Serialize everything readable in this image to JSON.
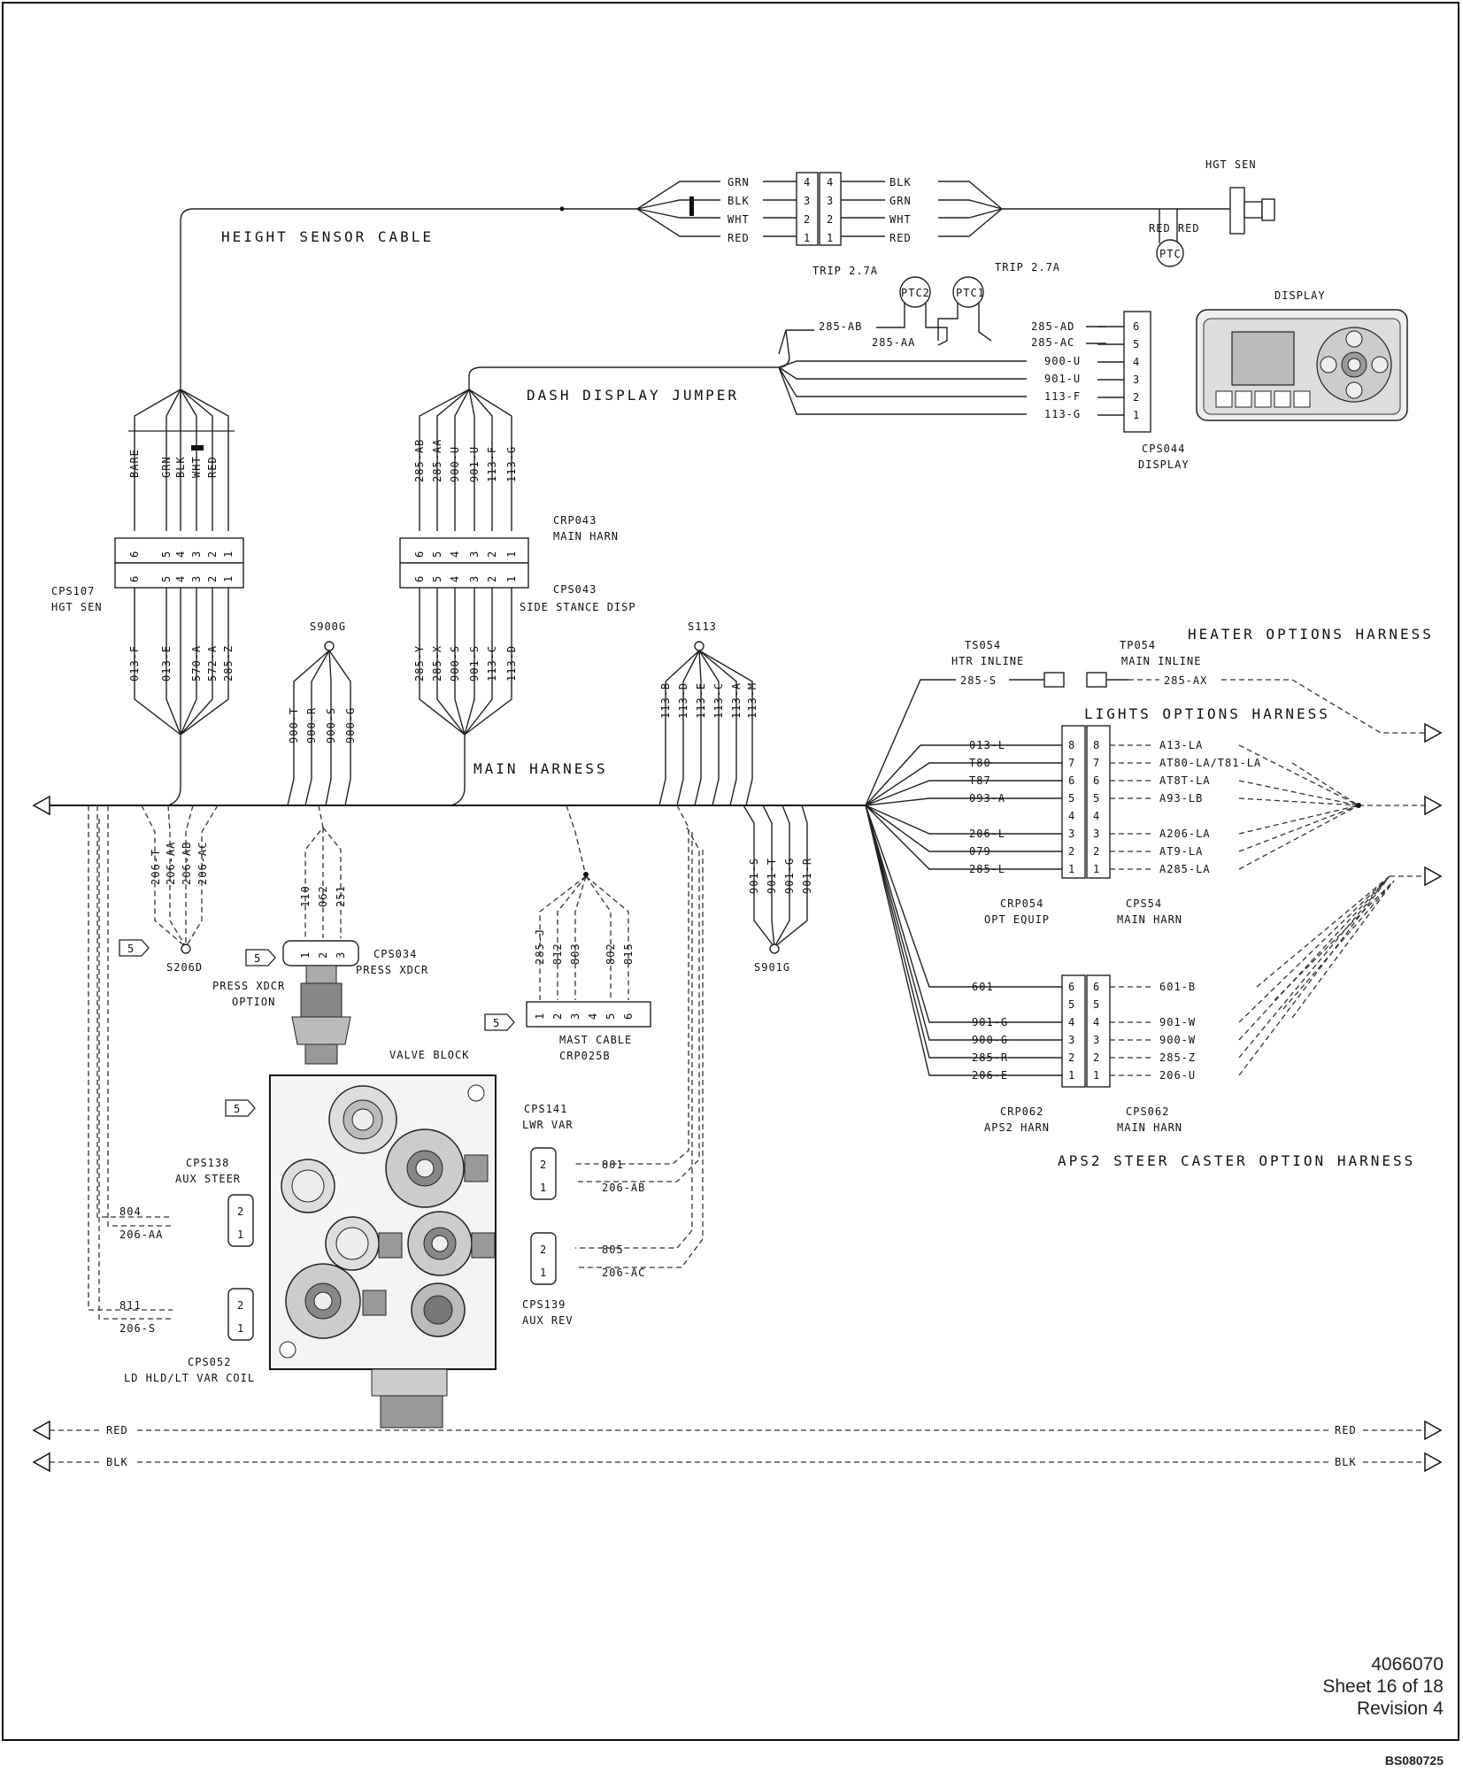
{
  "labels": {
    "height_sensor_cable": "HEIGHT SENSOR CABLE",
    "hgt_sen": "HGT SEN",
    "ptc": "PTC",
    "red_red": "RED RED",
    "trip_left": "TRIP 2.7A",
    "trip_right": "TRIP 2.7A",
    "ptc2": "PTC2",
    "ptc1": "PTC1",
    "display": "DISPLAY",
    "dash_display_jumper": "DASH DISPLAY JUMPER",
    "cps044": "CPS044",
    "cps044_sub": "DISPLAY",
    "crp043": "CRP043",
    "crp043_sub": "MAIN HARN",
    "cps043": "CPS043",
    "cps043_sub": "SIDE STANCE DISP",
    "cps107": "CPS107",
    "cps107_sub": "HGT SEN",
    "s900g": "S900G",
    "s113": "S113",
    "main_harness": "MAIN HARNESS",
    "ts054": "TS054",
    "ts054_sub": "HTR INLINE",
    "tp054": "TP054",
    "tp054_sub": "MAIN INLINE",
    "heater_options_harness": "HEATER OPTIONS HARNESS",
    "lights_options_harness": "LIGHTS OPTIONS HARNESS",
    "crp054": "CRP054",
    "crp054_sub": "OPT EQUIP",
    "cps54": "CPS54",
    "cps54_sub": "MAIN HARN",
    "crp062": "CRP062",
    "crp062_sub": "APS2 HARN",
    "cps062": "CPS062",
    "cps062_sub": "MAIN HARN",
    "aps2_harness": "APS2 STEER CASTER OPTION HARNESS",
    "s206d": "S206D",
    "cps034": "CPS034",
    "cps034_sub": "PRESS XDCR",
    "press_xdcr_option_1": "PRESS XDCR",
    "press_xdcr_option_2": "OPTION",
    "valve_block": "VALVE BLOCK",
    "mast_cable": "MAST CABLE",
    "crp025b": "CRP025B",
    "s901g": "S901G",
    "cps141": "CPS141",
    "cps141_sub": "LWR VAR",
    "cps138": "CPS138",
    "cps138_sub": "AUX STEER",
    "cps139": "CPS139",
    "cps139_sub": "AUX REV",
    "cps052": "CPS052",
    "cps052_sub": "LD HLD/LT VAR COIL",
    "red": "RED",
    "blk": "BLK",
    "ref_5": "5"
  },
  "height_sensor_inline": {
    "left_wires": [
      "GRN",
      "BLK",
      "WHT",
      "RED"
    ],
    "left_pins": [
      "4",
      "3",
      "2",
      "1"
    ],
    "right_pins": [
      "4",
      "3",
      "2",
      "1"
    ],
    "right_wires": [
      "BLK",
      "GRN",
      "WHT",
      "RED"
    ]
  },
  "display_jumper": {
    "wires": [
      "285-AD",
      "285-AC",
      "900-U",
      "901-U",
      "113-F",
      "113-G"
    ],
    "pins": [
      "6",
      "5",
      "4",
      "3",
      "2",
      "1"
    ],
    "ptc_in": [
      "285-AB",
      "285-AA"
    ]
  },
  "cps107": {
    "top_wires": [
      "BARE",
      "GRN",
      "BLK",
      "WHT",
      "RED"
    ],
    "pins": [
      "6",
      "5",
      "4",
      "3",
      "2",
      "1"
    ],
    "bottom_wires": [
      "013-F",
      "013-E",
      "570-A",
      "572-A",
      "285-Z"
    ]
  },
  "cps043": {
    "top_wires": [
      "285-AB",
      "285-AA",
      "900-U",
      "901-U",
      "113-F",
      "113-G"
    ],
    "pins": [
      "6",
      "5",
      "4",
      "3",
      "2",
      "1"
    ],
    "bottom_wires": [
      "285-Y",
      "285-X",
      "900-S",
      "901-S",
      "113-C",
      "113-D"
    ]
  },
  "s900g_wires": [
    "900-T",
    "900-R",
    "900-S",
    "900-G"
  ],
  "s113_wires": [
    "113-B",
    "113-D",
    "113-E",
    "113-C",
    "113-A",
    "113-M"
  ],
  "s206d_wires": [
    "206-T",
    "206-AA",
    "206-AB",
    "206-AC"
  ],
  "cps034_wires": [
    "110",
    "062",
    "251"
  ],
  "cps034_pins": [
    "1",
    "2",
    "3"
  ],
  "mast_wires": [
    "285-J",
    "812",
    "803",
    "802",
    "815"
  ],
  "mast_pins": [
    "1",
    "2",
    "3",
    "4",
    "5",
    "6"
  ],
  "s901g_wires": [
    "901-S",
    "901-T",
    "901-G",
    "901-R"
  ],
  "heater_left": "285-S",
  "heater_right": "285-AX",
  "lights": {
    "left_wires": [
      "013-L",
      "T80",
      "T87",
      "093-A",
      "",
      "206-L",
      "079",
      "285-L"
    ],
    "pins": [
      "8",
      "7",
      "6",
      "5",
      "4",
      "3",
      "2",
      "1"
    ],
    "right_wires": [
      "A13-LA",
      "AT80-LA/T81-LA",
      "AT8T-LA",
      "A93-LB",
      "",
      "A206-LA",
      "AT9-LA",
      "A285-LA"
    ]
  },
  "aps2": {
    "left_wires": [
      "601",
      "",
      "901-G",
      "900-G",
      "285-R",
      "206-E"
    ],
    "pins": [
      "6",
      "5",
      "4",
      "3",
      "2",
      "1"
    ],
    "right_wires": [
      "601-B",
      "",
      "901-W",
      "900-W",
      "285-Z",
      "206-U"
    ]
  },
  "cps141": {
    "pins": [
      "2",
      "1"
    ],
    "wires": [
      "801",
      "206-AB"
    ]
  },
  "cps139": {
    "pins": [
      "2",
      "1"
    ],
    "wires": [
      "805",
      "206-AC"
    ]
  },
  "cps138": {
    "pins": [
      "2",
      "1"
    ],
    "wires": [
      "804",
      "206-AA"
    ]
  },
  "cps052": {
    "pins": [
      "2",
      "1"
    ],
    "wires": [
      "811",
      "206-S"
    ]
  },
  "footer": {
    "doc_number": "4066070",
    "sheet": "Sheet 16 of 18",
    "revision": "Revision 4",
    "code": "BS080725"
  }
}
